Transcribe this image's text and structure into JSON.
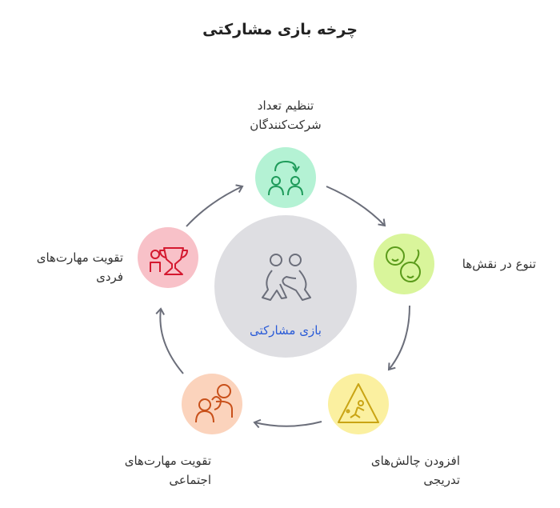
{
  "title": "چرخه بازی مشارکتی",
  "center": {
    "label": "بازی مشارکتی",
    "icon": "children-playing-icon",
    "color": "#dedee2",
    "text_color": "#2a5bd7"
  },
  "nodes": [
    {
      "line1": "تنظیم تعداد",
      "line2": "شرکت‌کنندگان",
      "icon": "group-rotate-icon",
      "bg": "#b4f2d4",
      "stroke": "#1e9b5a"
    },
    {
      "line1": "تنوع در نقش‌ها",
      "line2": "",
      "icon": "two-faces-icon",
      "bg": "#d9f59b",
      "stroke": "#5a9a1a"
    },
    {
      "line1": "افزودن چالش‌های",
      "line2": "تدریجی",
      "icon": "children-warning-sign-icon",
      "bg": "#fbf0a0",
      "stroke": "#c9a414"
    },
    {
      "line1": "تقویت مهارت‌های",
      "line2": "اجتماعی",
      "icon": "adult-child-icon",
      "bg": "#fbd3bc",
      "stroke": "#c8501a"
    },
    {
      "line1": "تقویت مهارت‌های",
      "line2": "فردی",
      "icon": "trophy-person-icon",
      "bg": "#f8c1c8",
      "stroke": "#d4182f"
    }
  ]
}
